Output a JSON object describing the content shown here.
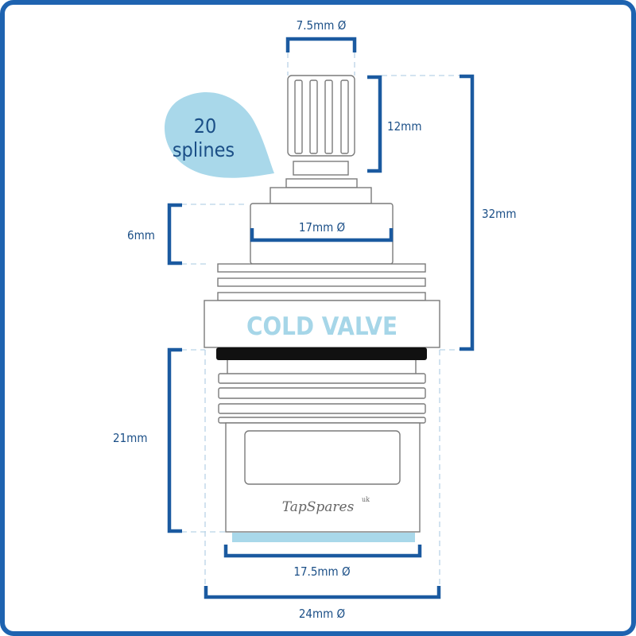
{
  "title_label": "COLD VALVE",
  "brand": "TapSpares",
  "brand_suffix": "uk",
  "badge": {
    "line1": "20",
    "line2": "splines"
  },
  "dimensions": {
    "spline_diameter": "7.5mm Ø",
    "spline_height": "12mm",
    "overall_height": "32mm",
    "collar_height": "6mm",
    "collar_diameter": "17mm Ø",
    "lower_height": "21mm",
    "base_diameter": "17.5mm Ø",
    "thread_diameter": "24mm Ø"
  },
  "colors": {
    "frame": "#1e63b0",
    "dimension": "#1b5aa0",
    "accent_light": "#a9d8ea",
    "text_light": "#a6d6e8"
  }
}
